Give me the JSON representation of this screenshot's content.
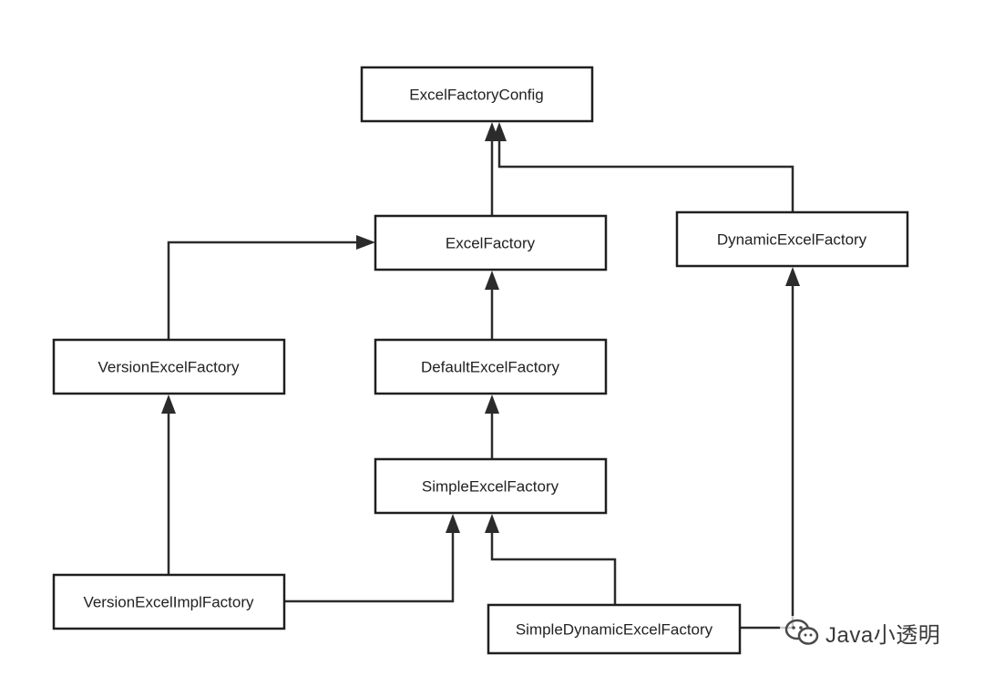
{
  "nodes": {
    "excel_factory_config": "ExcelFactoryConfig",
    "excel_factory": "ExcelFactory",
    "dynamic_excel_factory": "DynamicExcelFactory",
    "version_excel_factory": "VersionExcelFactory",
    "default_excel_factory": "DefaultExcelFactory",
    "simple_excel_factory": "SimpleExcelFactory",
    "version_excel_impl_factory": "VersionExcelImplFactory",
    "simple_dynamic_excel_factory": "SimpleDynamicExcelFactory"
  },
  "edges": [
    {
      "from": "ExcelFactory",
      "to": "ExcelFactoryConfig"
    },
    {
      "from": "DynamicExcelFactory",
      "to": "ExcelFactoryConfig"
    },
    {
      "from": "VersionExcelFactory",
      "to": "ExcelFactory"
    },
    {
      "from": "DefaultExcelFactory",
      "to": "ExcelFactory"
    },
    {
      "from": "SimpleExcelFactory",
      "to": "DefaultExcelFactory"
    },
    {
      "from": "VersionExcelImplFactory",
      "to": "VersionExcelFactory"
    },
    {
      "from": "VersionExcelImplFactory",
      "to": "SimpleExcelFactory"
    },
    {
      "from": "SimpleDynamicExcelFactory",
      "to": "SimpleExcelFactory"
    },
    {
      "from": "SimpleDynamicExcelFactory",
      "to": "DynamicExcelFactory"
    }
  ],
  "watermark": {
    "text": "Java小透明",
    "icon": "wechat-icon"
  },
  "colors": {
    "stroke": "#1f1f1f",
    "text": "#222222",
    "background": "#ffffff"
  }
}
